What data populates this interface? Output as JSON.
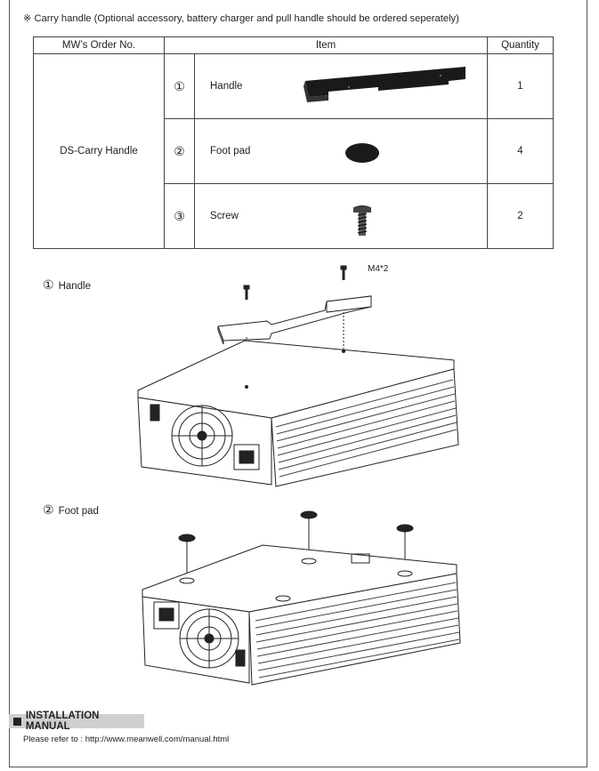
{
  "note": "※ Carry handle (Optional accessory, battery charger and pull handle should be ordered seperately)",
  "table": {
    "headers": {
      "order_no": "MW’s Order No.",
      "item": "Item",
      "quantity": "Quantity"
    },
    "order_no": "DS-Carry Handle",
    "rows": [
      {
        "num": "①",
        "name": "Handle",
        "qty": "1"
      },
      {
        "num": "②",
        "name": "Foot pad",
        "qty": "4"
      },
      {
        "num": "③",
        "name": "Screw",
        "qty": "2"
      }
    ]
  },
  "sections": {
    "handle": {
      "num": "①",
      "label": "Handle",
      "screw_note": "M4*2"
    },
    "footpad": {
      "num": "②",
      "label": "Foot pad"
    }
  },
  "manual": {
    "title": "INSTALLATION MANUAL",
    "refer": "Please refer to : http://www.meanwell.com/manual.html"
  }
}
